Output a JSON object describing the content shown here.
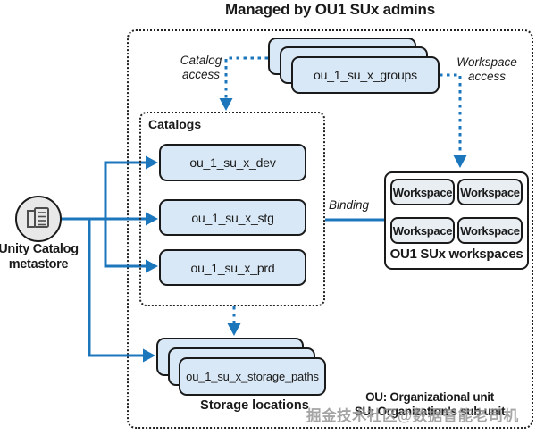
{
  "title": "Managed by OU1 SUx admins",
  "metastore": {
    "label": "Unity Catalog metastore"
  },
  "groups_stack": {
    "label": "ou_1_su_x_groups"
  },
  "annotations": {
    "catalog_access": "Catalog access",
    "workspace_access": "Workspace access",
    "binding": "Binding"
  },
  "catalogs": {
    "title": "Catalogs",
    "items": [
      {
        "label": "ou_1_su_x_dev"
      },
      {
        "label": "ou_1_su_x_stg"
      },
      {
        "label": "ou_1_su_x_prd"
      }
    ]
  },
  "workspaces": {
    "title": "OU1 SUx workspaces",
    "items": [
      "Workspace",
      "Workspace",
      "Workspace",
      "Workspace"
    ]
  },
  "storage": {
    "stack_label": "ou_1_su_x_storage_paths",
    "caption": "Storage locations"
  },
  "legend": {
    "line1": "OU: Organizational unit",
    "line2": "SU: Organization's sub unit"
  },
  "watermark": "掘金技术社区@数据智能老司机",
  "colors": {
    "accent": "#1b76bc",
    "box-fill": "#d9e8f6",
    "workspace-fill": "#e9eef2",
    "circle-fill": "#e8e8e8",
    "ink": "#1a1a1a"
  }
}
